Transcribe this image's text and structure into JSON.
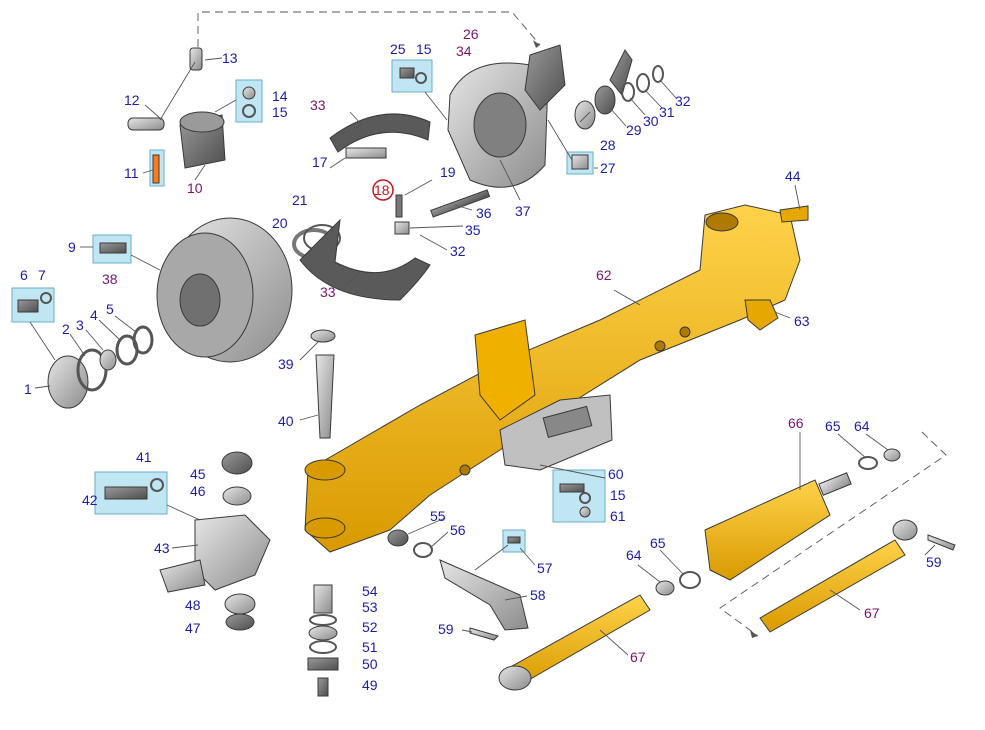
{
  "labels": [
    {
      "id": "l1",
      "text": "1",
      "color": "blue"
    },
    {
      "id": "l2",
      "text": "2",
      "color": "blue"
    },
    {
      "id": "l3",
      "text": "3",
      "color": "blue"
    },
    {
      "id": "l4",
      "text": "4",
      "color": "blue"
    },
    {
      "id": "l5",
      "text": "5",
      "color": "blue"
    },
    {
      "id": "l6",
      "text": "6",
      "color": "blue"
    },
    {
      "id": "l7",
      "text": "7",
      "color": "blue"
    },
    {
      "id": "l9",
      "text": "9",
      "color": "blue"
    },
    {
      "id": "l10",
      "text": "10",
      "color": "purple"
    },
    {
      "id": "l11",
      "text": "11",
      "color": "blue"
    },
    {
      "id": "l12",
      "text": "12",
      "color": "blue"
    },
    {
      "id": "l13",
      "text": "13",
      "color": "blue"
    },
    {
      "id": "l14",
      "text": "14",
      "color": "blue"
    },
    {
      "id": "l15a",
      "text": "15",
      "color": "blue"
    },
    {
      "id": "l15b",
      "text": "15",
      "color": "blue"
    },
    {
      "id": "l15c",
      "text": "15",
      "color": "blue"
    },
    {
      "id": "l17",
      "text": "17",
      "color": "blue"
    },
    {
      "id": "l18",
      "text": "18",
      "color": "red"
    },
    {
      "id": "l19",
      "text": "19",
      "color": "blue"
    },
    {
      "id": "l20",
      "text": "20",
      "color": "blue"
    },
    {
      "id": "l21",
      "text": "21",
      "color": "blue"
    },
    {
      "id": "l25",
      "text": "25",
      "color": "blue"
    },
    {
      "id": "l26",
      "text": "26",
      "color": "purple"
    },
    {
      "id": "l27",
      "text": "27",
      "color": "blue"
    },
    {
      "id": "l28",
      "text": "28",
      "color": "blue"
    },
    {
      "id": "l29",
      "text": "29",
      "color": "blue"
    },
    {
      "id": "l30",
      "text": "30",
      "color": "blue"
    },
    {
      "id": "l31",
      "text": "31",
      "color": "blue"
    },
    {
      "id": "l32a",
      "text": "32",
      "color": "blue"
    },
    {
      "id": "l32b",
      "text": "32",
      "color": "blue"
    },
    {
      "id": "l33a",
      "text": "33",
      "color": "purple"
    },
    {
      "id": "l33b",
      "text": "33",
      "color": "purple"
    },
    {
      "id": "l34",
      "text": "34",
      "color": "purple"
    },
    {
      "id": "l35",
      "text": "35",
      "color": "blue"
    },
    {
      "id": "l36",
      "text": "36",
      "color": "blue"
    },
    {
      "id": "l37",
      "text": "37",
      "color": "blue"
    },
    {
      "id": "l38",
      "text": "38",
      "color": "purple"
    },
    {
      "id": "l39",
      "text": "39",
      "color": "blue"
    },
    {
      "id": "l40",
      "text": "40",
      "color": "blue"
    },
    {
      "id": "l41",
      "text": "41",
      "color": "blue"
    },
    {
      "id": "l42",
      "text": "42",
      "color": "blue"
    },
    {
      "id": "l43",
      "text": "43",
      "color": "blue"
    },
    {
      "id": "l44",
      "text": "44",
      "color": "blue"
    },
    {
      "id": "l45",
      "text": "45",
      "color": "blue"
    },
    {
      "id": "l46",
      "text": "46",
      "color": "blue"
    },
    {
      "id": "l47",
      "text": "47",
      "color": "blue"
    },
    {
      "id": "l48",
      "text": "48",
      "color": "blue"
    },
    {
      "id": "l49",
      "text": "49",
      "color": "blue"
    },
    {
      "id": "l50",
      "text": "50",
      "color": "blue"
    },
    {
      "id": "l51",
      "text": "51",
      "color": "blue"
    },
    {
      "id": "l52",
      "text": "52",
      "color": "blue"
    },
    {
      "id": "l53",
      "text": "53",
      "color": "blue"
    },
    {
      "id": "l54",
      "text": "54",
      "color": "blue"
    },
    {
      "id": "l55",
      "text": "55",
      "color": "blue"
    },
    {
      "id": "l56",
      "text": "56",
      "color": "blue"
    },
    {
      "id": "l57",
      "text": "57",
      "color": "blue"
    },
    {
      "id": "l58",
      "text": "58",
      "color": "blue"
    },
    {
      "id": "l59a",
      "text": "59",
      "color": "blue"
    },
    {
      "id": "l59b",
      "text": "59",
      "color": "blue"
    },
    {
      "id": "l60",
      "text": "60",
      "color": "blue"
    },
    {
      "id": "l61",
      "text": "61",
      "color": "blue"
    },
    {
      "id": "l62",
      "text": "62",
      "color": "purple"
    },
    {
      "id": "l63",
      "text": "63",
      "color": "blue"
    },
    {
      "id": "l64a",
      "text": "64",
      "color": "blue"
    },
    {
      "id": "l64b",
      "text": "64",
      "color": "blue"
    },
    {
      "id": "l65a",
      "text": "65",
      "color": "blue"
    },
    {
      "id": "l65b",
      "text": "65",
      "color": "blue"
    },
    {
      "id": "l66",
      "text": "66",
      "color": "purple"
    },
    {
      "id": "l67a",
      "text": "67",
      "color": "purple"
    },
    {
      "id": "l67b",
      "text": "67",
      "color": "purple"
    }
  ],
  "colors": {
    "label_blue": "#1b1ea8",
    "label_purple": "#7a1470",
    "label_red": "#c8141e",
    "part_yellow": "#f5b800",
    "part_yellow_dark": "#c98f00",
    "part_grey": "#b8b8b8",
    "part_grey_dark": "#6e6e6e",
    "callout_fill": "#bfe6f2"
  }
}
